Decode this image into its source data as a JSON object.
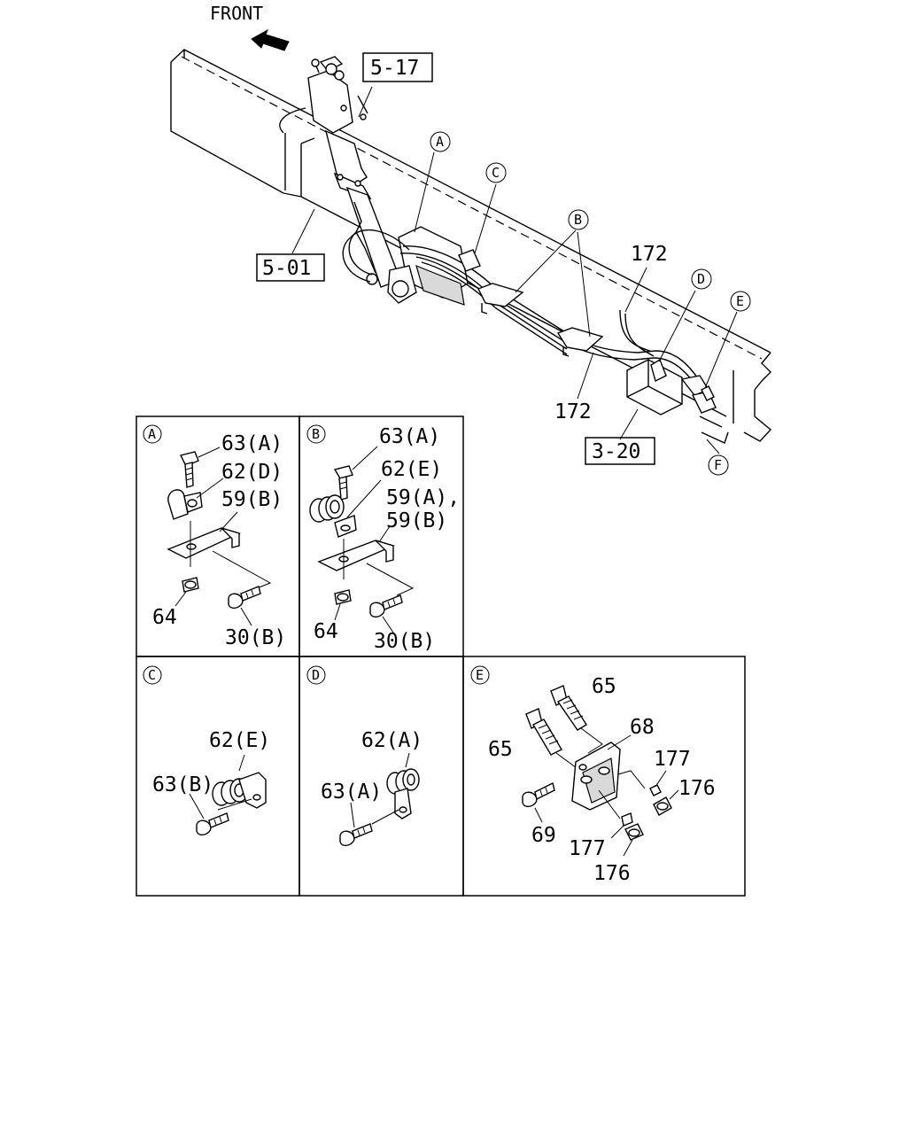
{
  "header": {
    "front_label": "FRONT"
  },
  "main_view": {
    "ref_5_17": "5-17",
    "ref_5_01": "5-01",
    "ref_3_20": "3-20",
    "part_172_top": "172",
    "part_172_bottom": "172",
    "callouts": {
      "A": "A",
      "B": "B",
      "C": "C",
      "D": "D",
      "E": "E",
      "F": "F"
    }
  },
  "detail_a": {
    "badge": "A",
    "p63": "63(A)",
    "p62": "62(D)",
    "p59": "59(B)",
    "p64": "64",
    "p30": "30(B)"
  },
  "detail_b": {
    "badge": "B",
    "p63": "63(A)",
    "p62": "62(E)",
    "p59a": "59(A),",
    "p59b": "59(B)",
    "p64": "64",
    "p30": "30(B)"
  },
  "detail_c": {
    "badge": "C",
    "p62": "62(E)",
    "p63": "63(B)"
  },
  "detail_d": {
    "badge": "D",
    "p62": "62(A)",
    "p63": "63(A)"
  },
  "detail_e": {
    "badge": "E",
    "p65_top": "65",
    "p65_left": "65",
    "p68": "68",
    "p177_top": "177",
    "p176_top": "176",
    "p69": "69",
    "p177_bottom": "177",
    "p176_bottom": "176"
  }
}
